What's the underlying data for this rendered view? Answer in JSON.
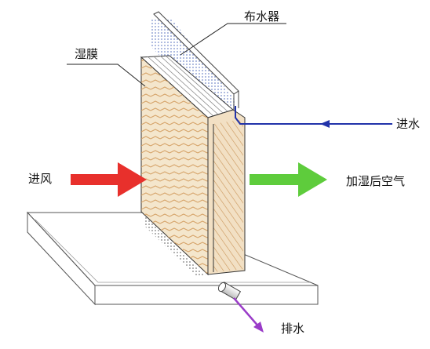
{
  "labels": {
    "distributor": "布水器",
    "wet_film": "湿膜",
    "water_in": "进水",
    "air_in": "进风",
    "air_out": "加湿后空气",
    "drain": "排水"
  },
  "colors": {
    "water_line": "#2233aa",
    "air_in_arrow": "#e8302c",
    "air_out_arrow": "#5ecc3c",
    "drain_arrow": "#9a3cc8",
    "pad_fill": "#f4e6cc",
    "pad_zigzag": "#d6a46a",
    "distributor_dots": "#6f86c8"
  }
}
